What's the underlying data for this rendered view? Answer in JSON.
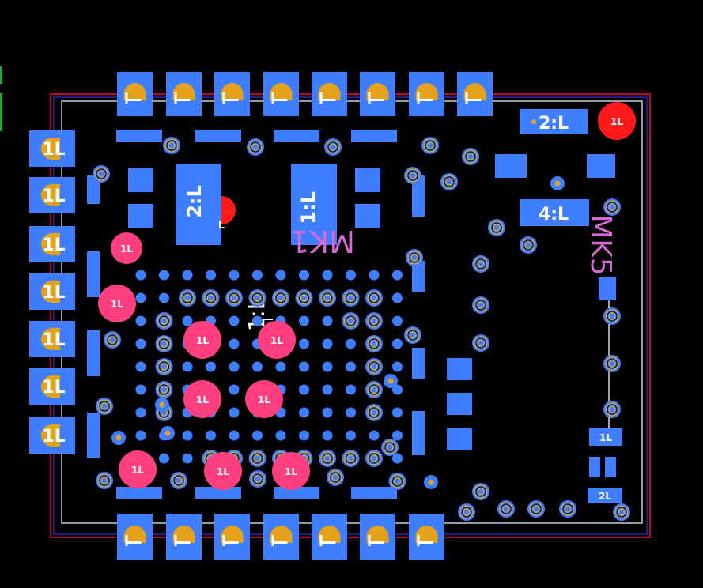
{
  "view": {
    "title": "",
    "colors": {
      "background": "#000000",
      "pad": "#3f7fff",
      "ring": "#e4a11b",
      "via_center": "#0a0a0a",
      "board_outline": "#c0d0e0",
      "keepout": "#c0003a",
      "pink_pad": "#ff3f7f",
      "red_pad": "#ff1a1a",
      "mk_text": "#d46ad4",
      "white_text": "#ffffff"
    }
  },
  "labels": {
    "top_right_pad": "2:L",
    "mid_right_pad": "4:L",
    "red_pad_top_right": "1L",
    "tall_left": "2:L",
    "tall_right": "1:L",
    "red_half": "L",
    "mk_left": "MK1",
    "mk_right": "MK5",
    "center_text": "1:L",
    "small_1": "1L",
    "small_2": "2L",
    "left_edge_pad": "1L",
    "pin_label": "1L"
  }
}
